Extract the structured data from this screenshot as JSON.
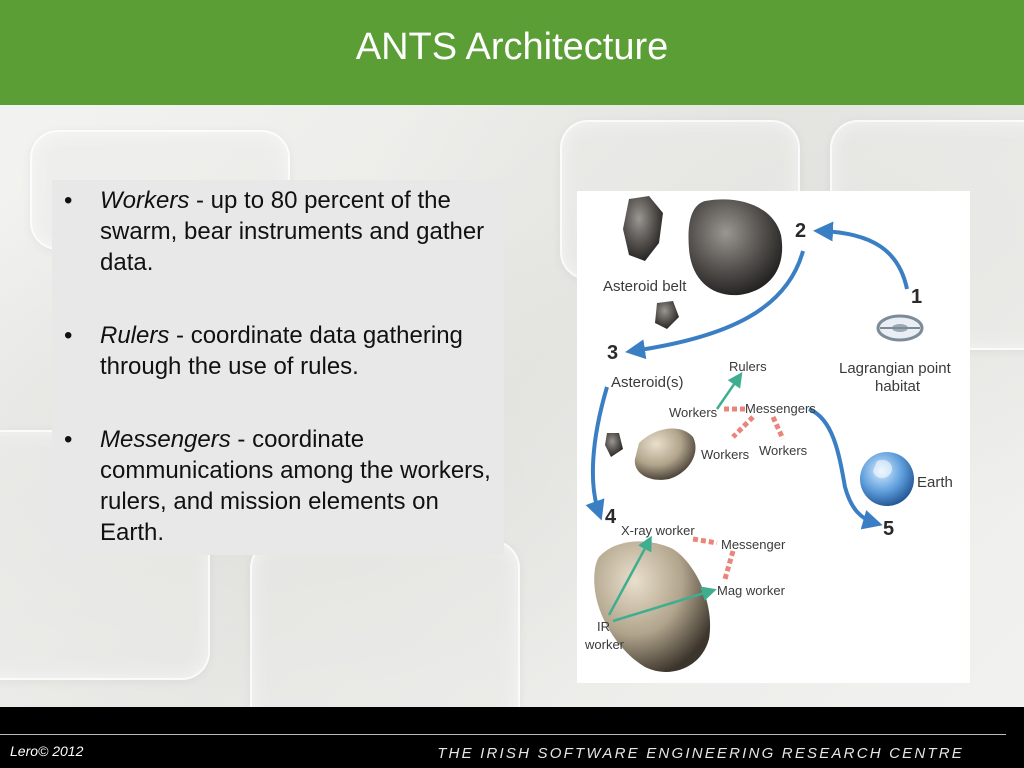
{
  "slide": {
    "title": "ANTS Architecture",
    "accent_color": "#5a9e35"
  },
  "bullets": [
    {
      "term": "Workers",
      "text": " - up to 80 percent of the swarm, bear instruments and gather data."
    },
    {
      "term": "Rulers",
      "text": " - coordinate data gathering through the use of rules."
    },
    {
      "term": "Messengers",
      "text": " - coordinate communications among the workers, rulers, and mission elements on Earth."
    }
  ],
  "bullet_symbol": "•",
  "diagram": {
    "step_1": "1",
    "step_2": "2",
    "step_3": "3",
    "step_4": "4",
    "step_5": "5",
    "asteroid_belt": "Asteroid belt",
    "lagrangian_line1": "Lagrangian point",
    "lagrangian_line2": "habitat",
    "asteroids": "Asteroid(s)",
    "rulers": "Rulers",
    "workers_a": "Workers",
    "messengers": "Messengers",
    "workers_b": "Workers",
    "workers_c": "Workers",
    "earth": "Earth",
    "xray_worker": "X-ray worker",
    "messenger": "Messenger",
    "mag_worker": "Mag worker",
    "ir_line1": "IR",
    "ir_line2": "worker",
    "arrow_color": "#3a7fc4",
    "link_color": "#e9857a",
    "worker_link_color": "#3fae8f"
  },
  "footer": {
    "copyright": "Lero© 2012",
    "org": "THE IRISH SOFTWARE ENGINEERING RESEARCH CENTRE"
  }
}
